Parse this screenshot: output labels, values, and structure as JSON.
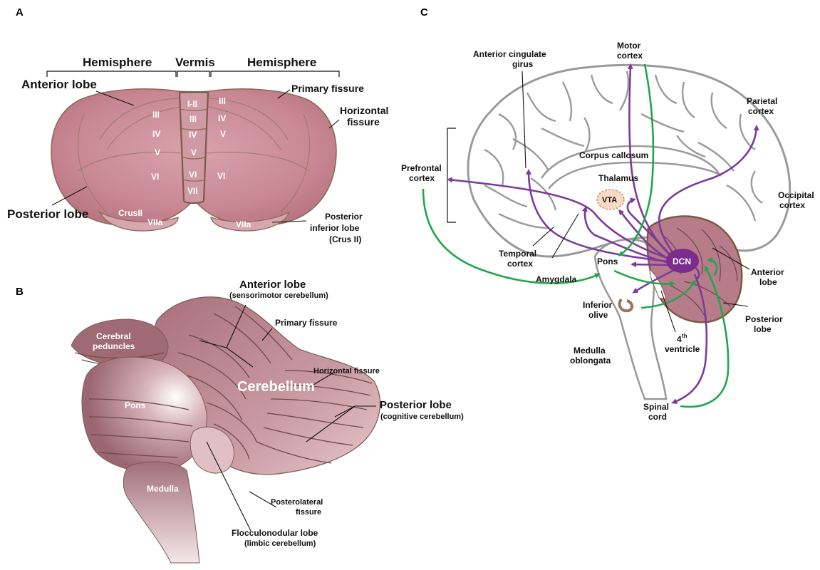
{
  "panels": {
    "a": "A",
    "b": "B",
    "c": "C"
  },
  "panel_a": {
    "hemisphere_left": "Hemisphere",
    "vermis": "Vermis",
    "hemisphere_right": "Hemisphere",
    "anterior_lobe": "Anterior lobe",
    "posterior_lobe": "Posterior lobe",
    "primary_fissure": "Primary fissure",
    "horizontal_fissure_1": "Horizontal",
    "horizontal_fissure_2": "fissure",
    "posterior_inferior_1": "Posterior",
    "posterior_inferior_2": "inferior lobe",
    "posterior_inferior_3": "(Crus II)",
    "lobules": {
      "left_III": "III",
      "left_IV": "IV",
      "left_V": "V",
      "left_VI": "VI",
      "left_crusII": "CrusII",
      "left_VIIa": "VIIa",
      "v_I_II": "I-II",
      "v_III": "III",
      "v_IV": "IV",
      "v_V": "V",
      "v_VI": "VI",
      "v_VII": "VII",
      "right_III": "III",
      "right_IV": "IV",
      "right_V": "V",
      "right_VI": "VI",
      "right_VIIa": "VIIa"
    }
  },
  "panel_b": {
    "anterior_lobe": "Anterior lobe",
    "anterior_sub": "(sensorimotor cerebellum)",
    "primary_fissure": "Primary fissure",
    "horizontal_fissure": "Horizontal fissure",
    "posterior_lobe": "Posterior lobe",
    "posterior_sub": "(cognitive cerebellum)",
    "posterolateral_1": "Posterolateral",
    "posterolateral_2": "fissure",
    "flocculonodular": "Flocculonodular lobe",
    "flocculonodular_sub": "(limbic cerebellum)",
    "cerebral_peduncles_1": "Cerebral",
    "cerebral_peduncles_2": "peduncles",
    "pons": "Pons",
    "medulla": "Medulla",
    "cerebellum": "Cerebellum"
  },
  "panel_c": {
    "motor_cortex_1": "Motor",
    "motor_cortex_2": "cortex",
    "anterior_cingulate_1": "Anterior cingulate",
    "anterior_cingulate_2": "girus",
    "parietal_1": "Parietal",
    "parietal_2": "cortex",
    "corpus_callosum": "Corpus callosum",
    "prefrontal_1": "Prefrontal",
    "prefrontal_2": "cortex",
    "thalamus": "Thalamus",
    "occipital_1": "Occipital",
    "occipital_2": "cortex",
    "vta": "VTA",
    "temporal_1": "Temporal",
    "temporal_2": "cortex",
    "amygdala": "Amygdala",
    "pons": "Pons",
    "dcn": "DCN",
    "anterior_lobe_1": "Anterior",
    "anterior_lobe_2": "lobe",
    "inferior_olive_1": "Inferior",
    "inferior_olive_2": "olive",
    "posterior_lobe_1": "Posterior",
    "posterior_lobe_2": "lobe",
    "ventricle_num": "4",
    "ventricle_sup": "th",
    "ventricle_word": "ventricle",
    "medulla_1": "Medulla",
    "medulla_2": "oblongata",
    "spinal_1": "Spinal",
    "spinal_2": "cord"
  },
  "colors": {
    "purple_path": "#7d3a9a",
    "green_path": "#1fa84a",
    "cerebellum_pink": "#c98a95",
    "dcn_fill": "#7b2c8c",
    "vta_fill": "#f7d9c4"
  }
}
